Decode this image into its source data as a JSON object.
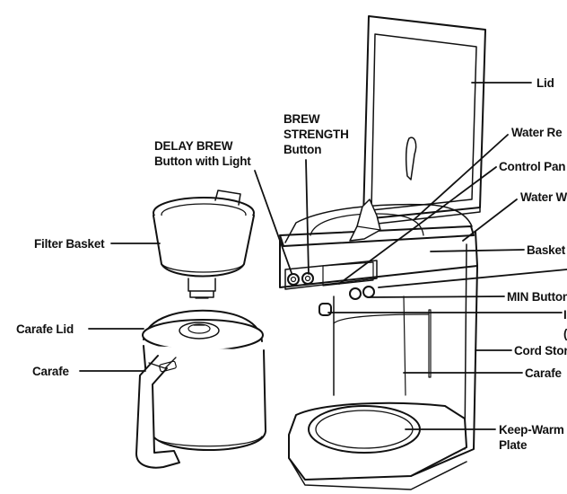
{
  "labels": {
    "lid": "Lid",
    "water_reservoir": "Water Re",
    "control_panel": "Control Pan",
    "water_window": "Water W",
    "basket": "Basket",
    "min_button": "MIN Button",
    "partial_label_line1": "I",
    "partial_label_line2": "(",
    "cord_storage": "Cord Stor",
    "carafe_right": "Carafe",
    "keep_warm_line1": "Keep-Warm",
    "keep_warm_line2": "Plate",
    "brew_strength_line1": "BREW",
    "brew_strength_line2": "STRENGTH",
    "brew_strength_line3": "Button",
    "delay_brew_line1": "DELAY BREW",
    "delay_brew_line2": "Button with Light",
    "filter_basket": "Filter Basket",
    "carafe_lid": "Carafe Lid",
    "carafe_left": "Carafe"
  },
  "colors": {
    "line": "#111111",
    "fill": "#ffffff",
    "shade": "#d9d9d9"
  }
}
